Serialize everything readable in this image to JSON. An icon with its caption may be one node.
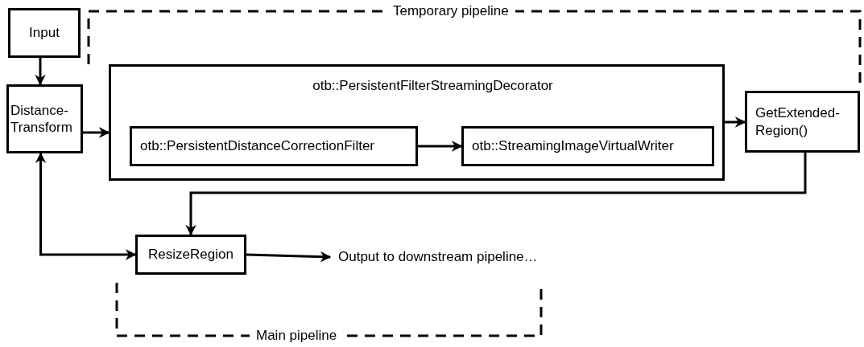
{
  "diagram": {
    "nodes": [
      {
        "text": [
          "Input"
        ]
      },
      {
        "text": [
          "Distance- Transform"
        ]
      },
      {
        "text": [
          "otb::PersistentFilterStreamingDecorator"
        ]
      },
      {
        "text": [
          "otb::PersistentDistanceCorrectionFilter"
        ],
        "in": 2
      },
      {
        "text": [
          "otb::StreamingImageVirtualWriter"
        ],
        "in": 2
      },
      {
        "text": [
          "GetExtended- Region()"
        ]
      },
      {
        "text": [
          "ResizeRegion"
        ]
      },
      {
        "text": [
          "Output to downstream pipeline…"
        ]
      }
    ],
    "edges": [
      {
        "from": 0,
        "to": 1,
        "arrow": "to"
      },
      {
        "from": 1,
        "to": 2,
        "arrow": "to"
      },
      {
        "from": 3,
        "to": 4,
        "arrow": "to"
      },
      {
        "from": 2,
        "to": 5,
        "arrow": "to"
      },
      {
        "from": 5,
        "to": 6,
        "arrow": "to"
      },
      {
        "from": 1,
        "to": 6,
        "arrow": "both"
      },
      {
        "from": 6,
        "to": 7,
        "arrow": "to"
      }
    ],
    "labels": [
      "Temporary pipeline",
      "Main pipeline"
    ]
  }
}
